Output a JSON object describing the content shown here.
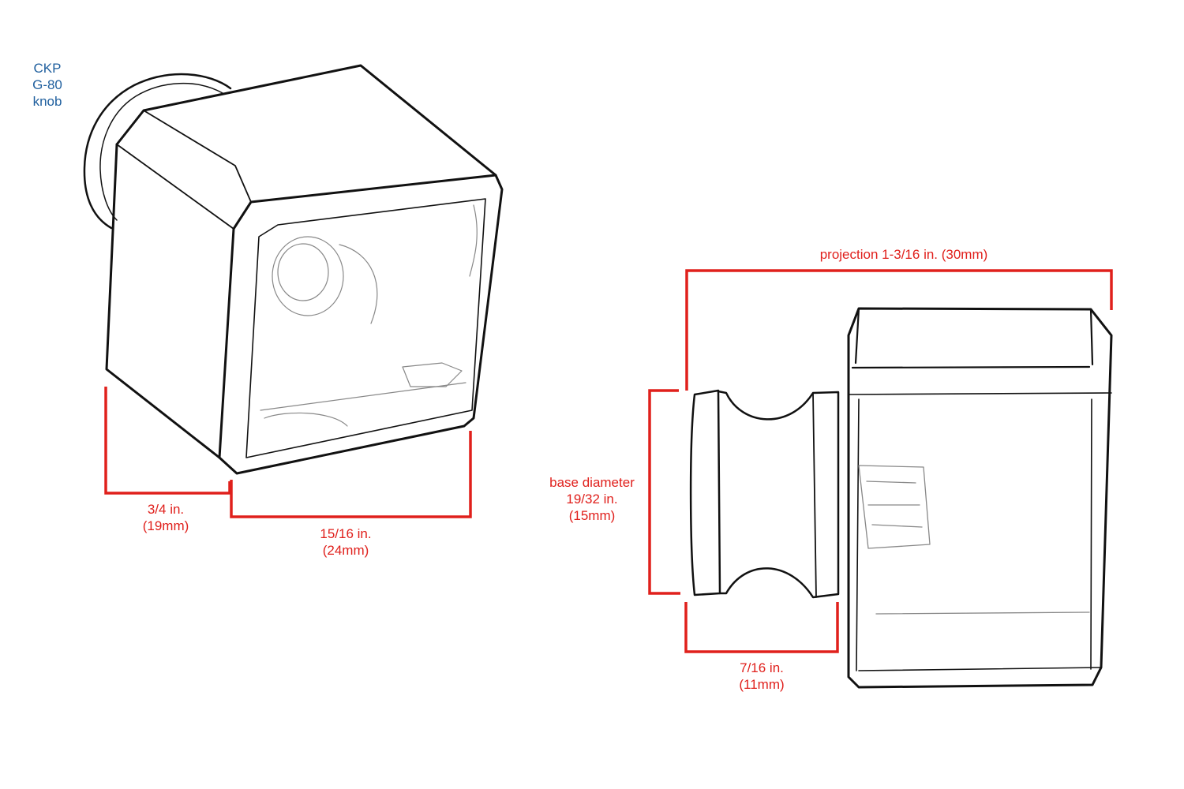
{
  "product_label": {
    "line1": "CKP",
    "line2": "G-80",
    "line3": "knob"
  },
  "colors": {
    "dimension": "#e0201c",
    "product_label": "#1f5f9e",
    "outline": "#111111"
  },
  "views": {
    "perspective": {
      "depth_dimension": {
        "value": "3/4 in.",
        "metric": "(19mm)"
      },
      "width_dimension": {
        "value": "15/16 in.",
        "metric": "(24mm)"
      }
    },
    "side": {
      "projection_dimension": {
        "value": "projection 1-3/16 in. (30mm)"
      },
      "base_diameter_dimension": {
        "line1": "base diameter",
        "value": "19/32 in.",
        "metric": "(15mm)"
      },
      "neck_dimension": {
        "value": "7/16 in.",
        "metric": "(11mm)"
      }
    }
  }
}
